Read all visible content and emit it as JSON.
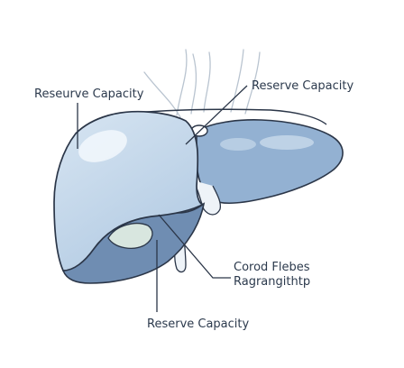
{
  "labels": {
    "top_left": "Reseurve Capacity",
    "top_right": "Reserve Capacity",
    "right_line1": "Corod Flebes",
    "right_line2": "Ragrangithtp",
    "bottom": "Reserve Capacity"
  },
  "colors": {
    "outline": "#2b3648",
    "right_lobe_light": "#c9daec",
    "right_lobe_mid": "#b4cce4",
    "underside": "#6f8db2",
    "left_lobe": "#93b1d2",
    "gallbladder": "#d8e6df",
    "vessels": "#b9c4d0",
    "text": "#2c3a4d"
  }
}
